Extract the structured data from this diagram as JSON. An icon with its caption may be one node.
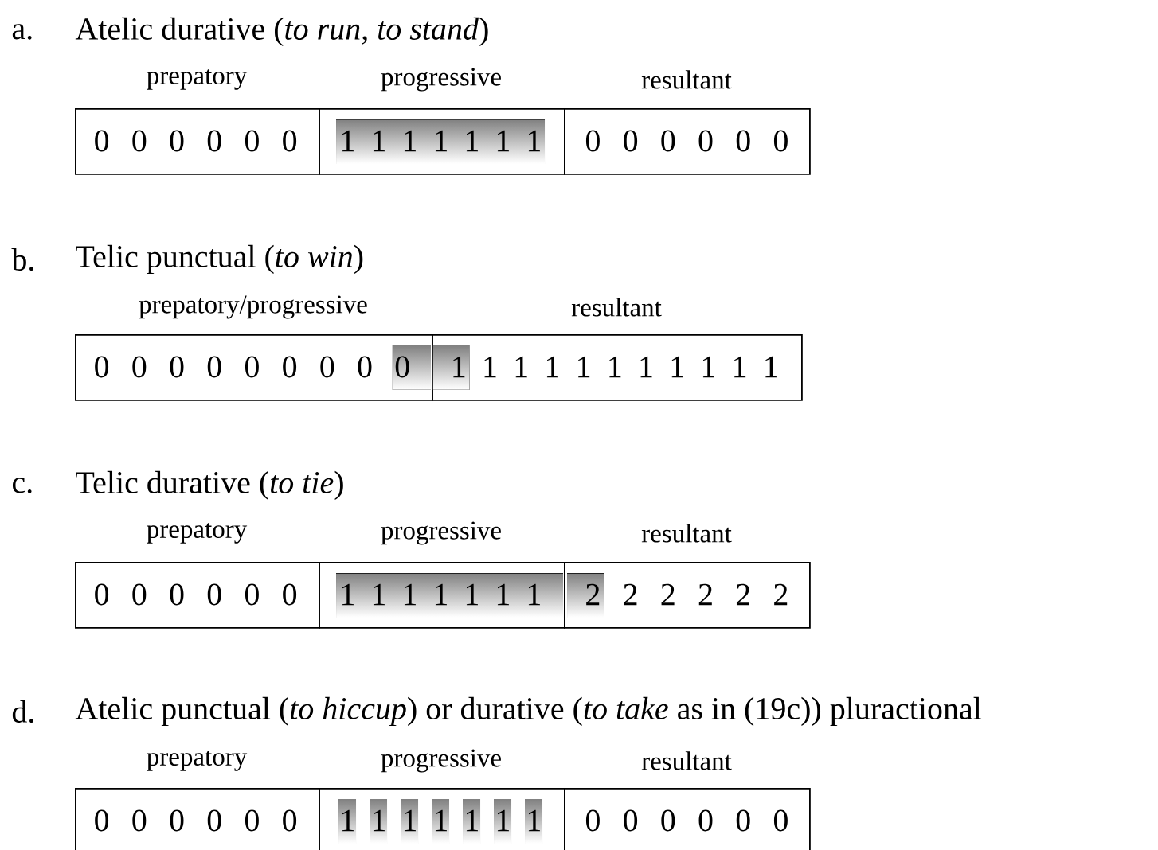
{
  "diagram": {
    "nodes": [
      {
        "text": [
          "prepatory",
          "0 0 0 0 0 0"
        ]
      },
      {
        "text": [
          "progressive",
          "1 1 1 1 1 1 1"
        ]
      },
      {
        "text": [
          "resultant",
          "0 0 0 0 0 0"
        ]
      },
      {
        "text": [
          "prepatory/progressive",
          "0 0 0 0 0 0 0 0 0"
        ]
      },
      {
        "text": [
          "resultant",
          "1 1 1 1 1 1 1 1 1 1 1"
        ]
      },
      {
        "text": [
          "prepatory",
          "0 0 0 0 0 0"
        ]
      },
      {
        "text": [
          "progressive",
          "1 1 1 1 1 1 1"
        ]
      },
      {
        "text": [
          "resultant",
          "2 2 2 2 2 2"
        ]
      },
      {
        "text": [
          "prepatory",
          "0 0 0 0 0 0"
        ]
      },
      {
        "text": [
          "progressive",
          "1 1 1 1 1 1 1"
        ]
      },
      {
        "text": [
          "resultant",
          "0 0 0 0 0 0"
        ]
      }
    ],
    "labels": [
      "a.",
      "Atelic durative (*to run*, *to stand*)",
      "b.",
      "Telic punctual (*to win*)",
      "c.",
      "Telic durative (*to tie*)",
      "d.",
      "Atelic punctual (*to hiccup*) or durative (*to take* as in (19c)) pluractional"
    ]
  }
}
